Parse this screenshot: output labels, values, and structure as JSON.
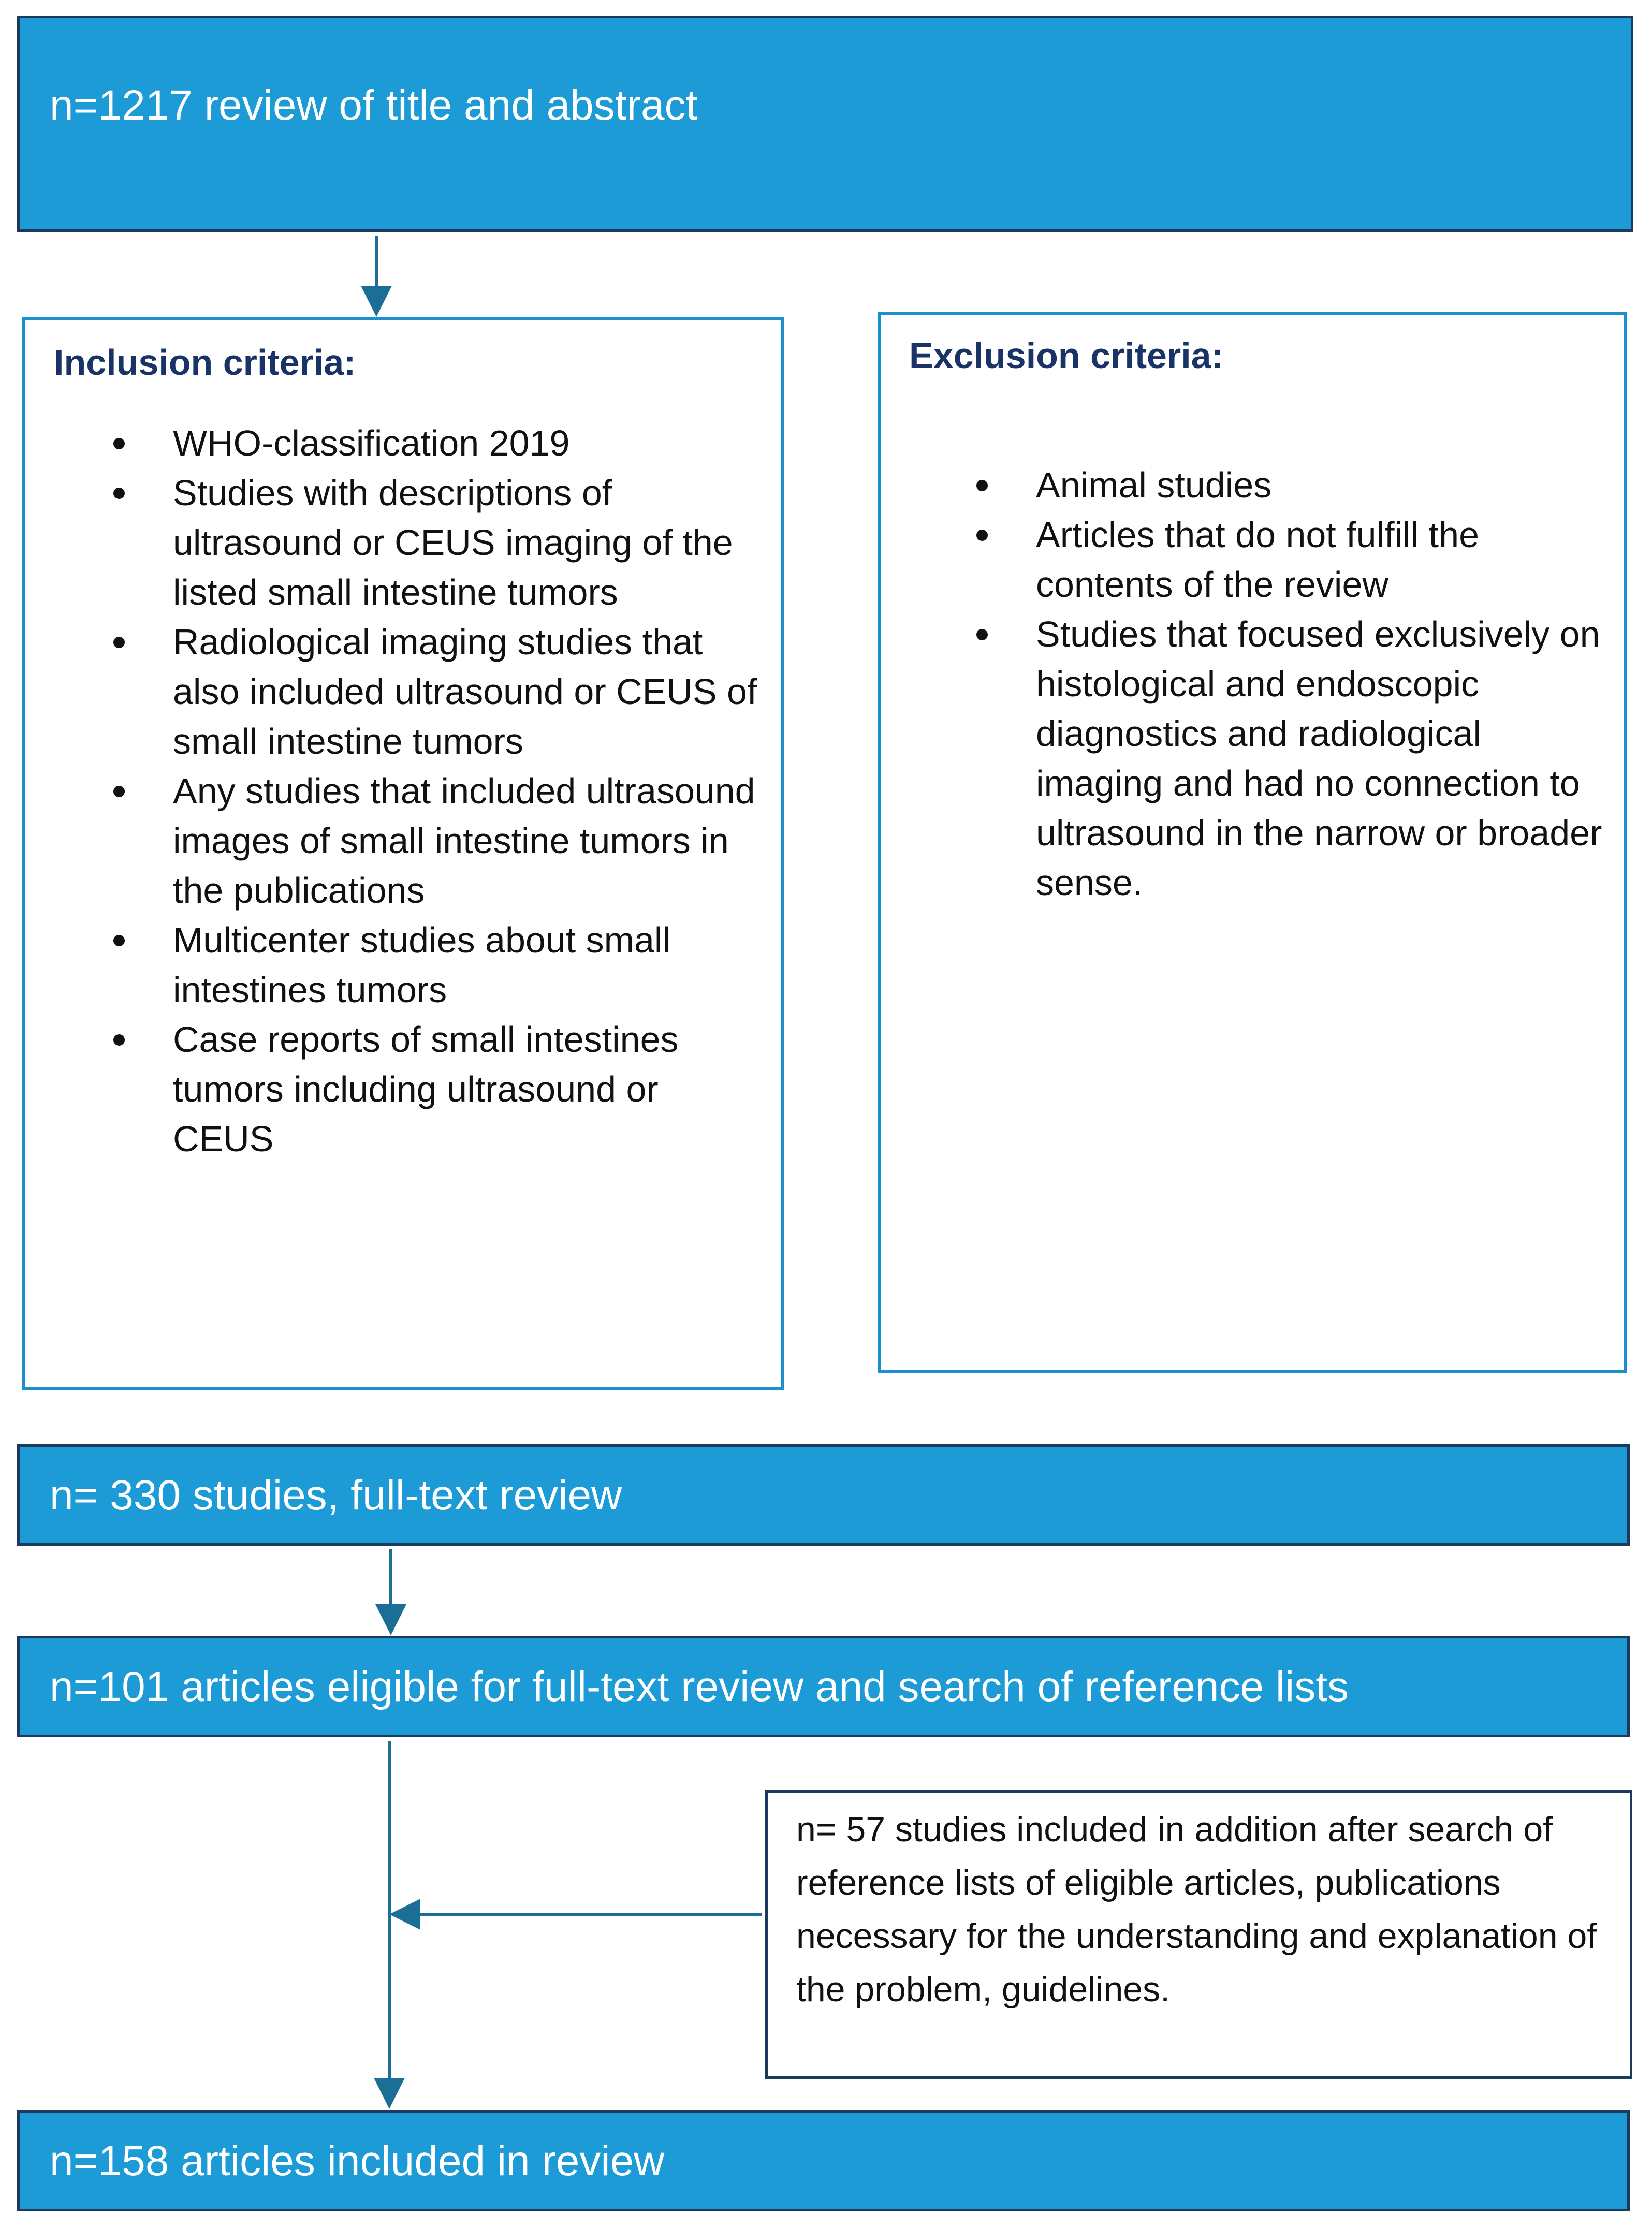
{
  "top_box": {
    "text": "n=1217 review of title and abstract"
  },
  "inclusion": {
    "title": "Inclusion criteria:",
    "items": [
      "WHO-classification 2019",
      "Studies with descriptions of ultrasound or CEUS imaging of the listed small intestine tumors",
      "Radiological imaging studies that also included ultrasound or CEUS of small intestine tumors",
      "Any studies that included ultrasound images of small intestine tumors in the publications",
      "Multicenter studies about small intestines tumors",
      "Case reports of small intestines tumors including ultrasound or CEUS"
    ]
  },
  "exclusion": {
    "title": "Exclusion criteria:",
    "items": [
      "Animal studies",
      "Articles that do not fulfill the contents of the review",
      "Studies that focused exclusively on histological and endoscopic diagnostics and radiological imaging and had no connection to ultrasound in the narrow or broader sense."
    ]
  },
  "box_330": {
    "text": "n= 330 studies, full-text review"
  },
  "box_101": {
    "text": "n=101 articles eligible for full-text review and search of reference lists"
  },
  "side_note": {
    "text": "n= 57 studies included in addition after search of reference lists of eligible articles, publications necessary for the understanding and explanation of the problem, guidelines."
  },
  "box_158": {
    "text": "n=158 articles included in review"
  },
  "colors": {
    "box_fill": "#1d9bd7",
    "box_border": "#1b3a5c",
    "criteria_border": "#1d8fcf",
    "arrow": "#1b6e96",
    "title_text": "#1a3366"
  }
}
